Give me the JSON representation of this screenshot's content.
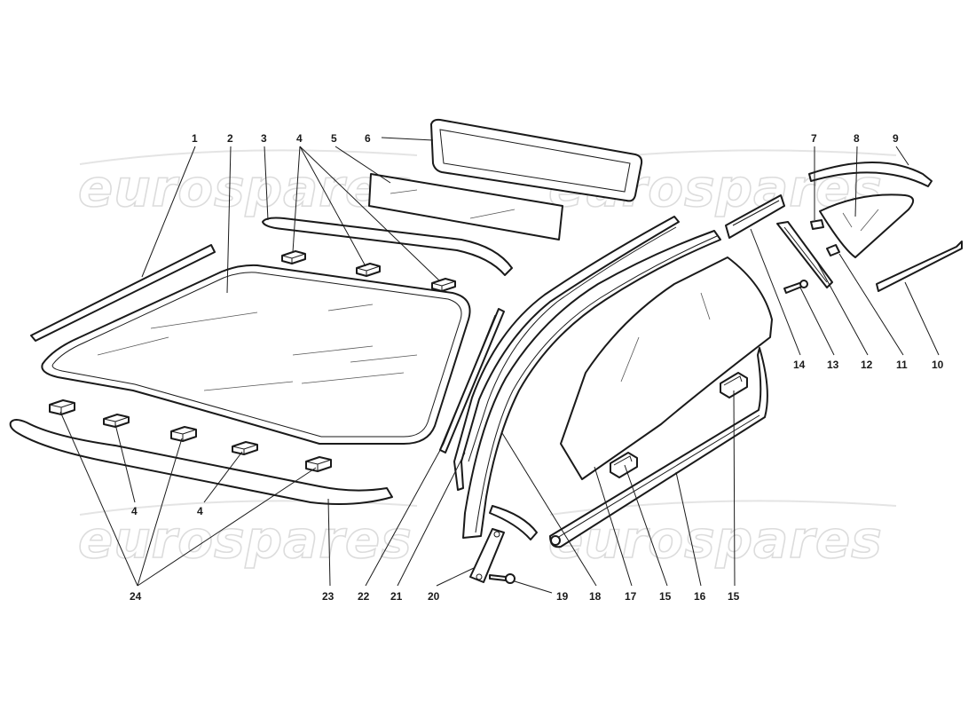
{
  "watermark": {
    "text": "eurospares",
    "color": "#dcdcdc"
  },
  "callouts": {
    "c1": "1",
    "c2": "2",
    "c3": "3",
    "c4a": "4",
    "c5": "5",
    "c6": "6",
    "c7": "7",
    "c8": "8",
    "c9": "9",
    "c10": "10",
    "c11": "11",
    "c12": "12",
    "c13": "13",
    "c14": "14",
    "c4b": "4",
    "c4c": "4",
    "c24": "24",
    "c23": "23",
    "c22": "22",
    "c21": "21",
    "c20": "20",
    "c19": "19",
    "c18": "18",
    "c17": "17",
    "c15a": "15",
    "c16": "16",
    "c15b": "15"
  },
  "colors": {
    "line": "#1a1a1a",
    "background": "#ffffff"
  }
}
